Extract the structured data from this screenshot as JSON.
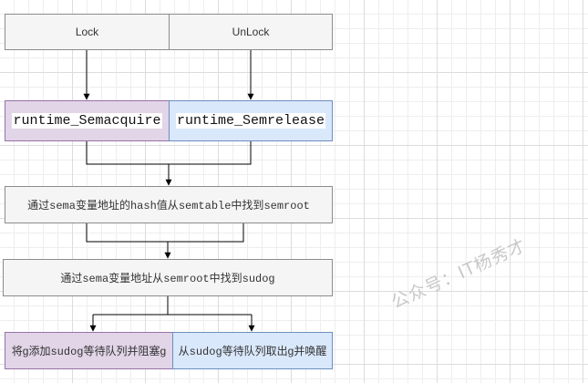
{
  "nodes": {
    "lock": "Lock",
    "unlock": "UnLock",
    "semacquire": "runtime_Semacquire",
    "semrelease": "runtime_Semrelease",
    "step1": {
      "p1": "通过",
      "c1": "sema",
      "p2": "变量地址的",
      "c2": "hash",
      "p3": "值从",
      "c3": "semtable",
      "p4": "中找到",
      "c4": "semroot"
    },
    "step2": {
      "p1": "通过",
      "c1": "sema",
      "p2": "变量地址从",
      "c2": "semroot",
      "p3": "中找到",
      "c3": "sudog"
    },
    "enqueue": {
      "p1": "将g添加",
      "c1": "sudog",
      "p2": "等待队列并阻塞g"
    },
    "dequeue": {
      "p1": "从",
      "c1": "sudog",
      "p2": "等待队列取出g并唤醒"
    }
  },
  "watermark": "公众号：IT杨秀才"
}
